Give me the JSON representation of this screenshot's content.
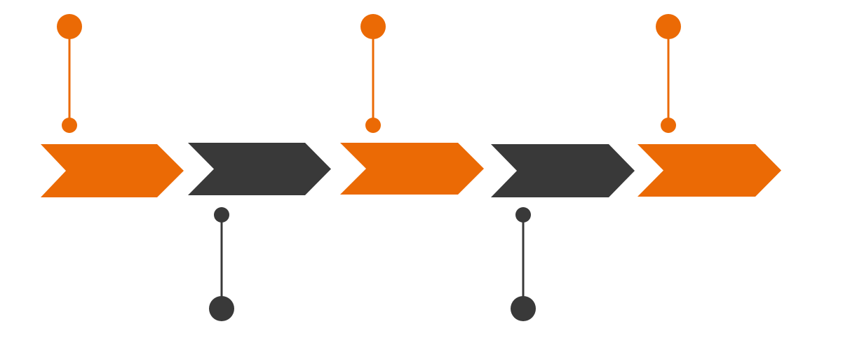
{
  "diagram": {
    "type": "chevron-timeline",
    "colors": {
      "orange": "#eb6a05",
      "dark": "#393939",
      "background": "#ffffff"
    },
    "steps": [
      {
        "color": "orange",
        "marker": "above"
      },
      {
        "color": "dark",
        "marker": "below"
      },
      {
        "color": "orange",
        "marker": "above"
      },
      {
        "color": "dark",
        "marker": "below"
      },
      {
        "color": "orange",
        "marker": "above"
      }
    ]
  }
}
